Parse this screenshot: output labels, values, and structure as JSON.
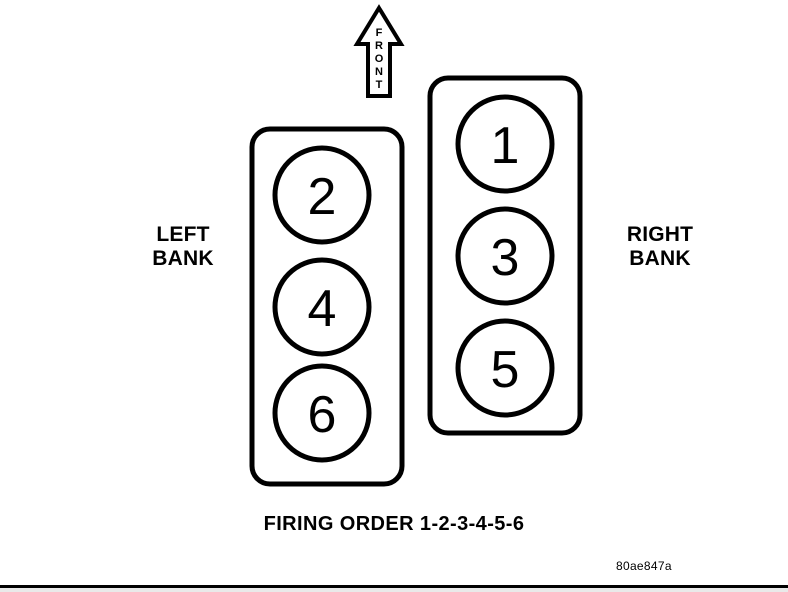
{
  "diagram": {
    "title_code": "80ae847a",
    "front_arrow": {
      "letters": [
        "F",
        "R",
        "O",
        "N",
        "T"
      ],
      "direction": "up"
    },
    "labels": {
      "left_bank": "LEFT\nBANK",
      "right_bank": "RIGHT\nBANK",
      "firing_order": "FIRING ORDER 1-2-3-4-5-6"
    },
    "banks": {
      "left": {
        "name": "LEFT BANK",
        "cylinders": [
          "2",
          "4",
          "6"
        ]
      },
      "right": {
        "name": "RIGHT BANK",
        "cylinders": [
          "1",
          "3",
          "5"
        ]
      }
    },
    "colors": {
      "stroke": "#000000",
      "background": "#ffffff",
      "footer": "#e9e9e9"
    }
  }
}
